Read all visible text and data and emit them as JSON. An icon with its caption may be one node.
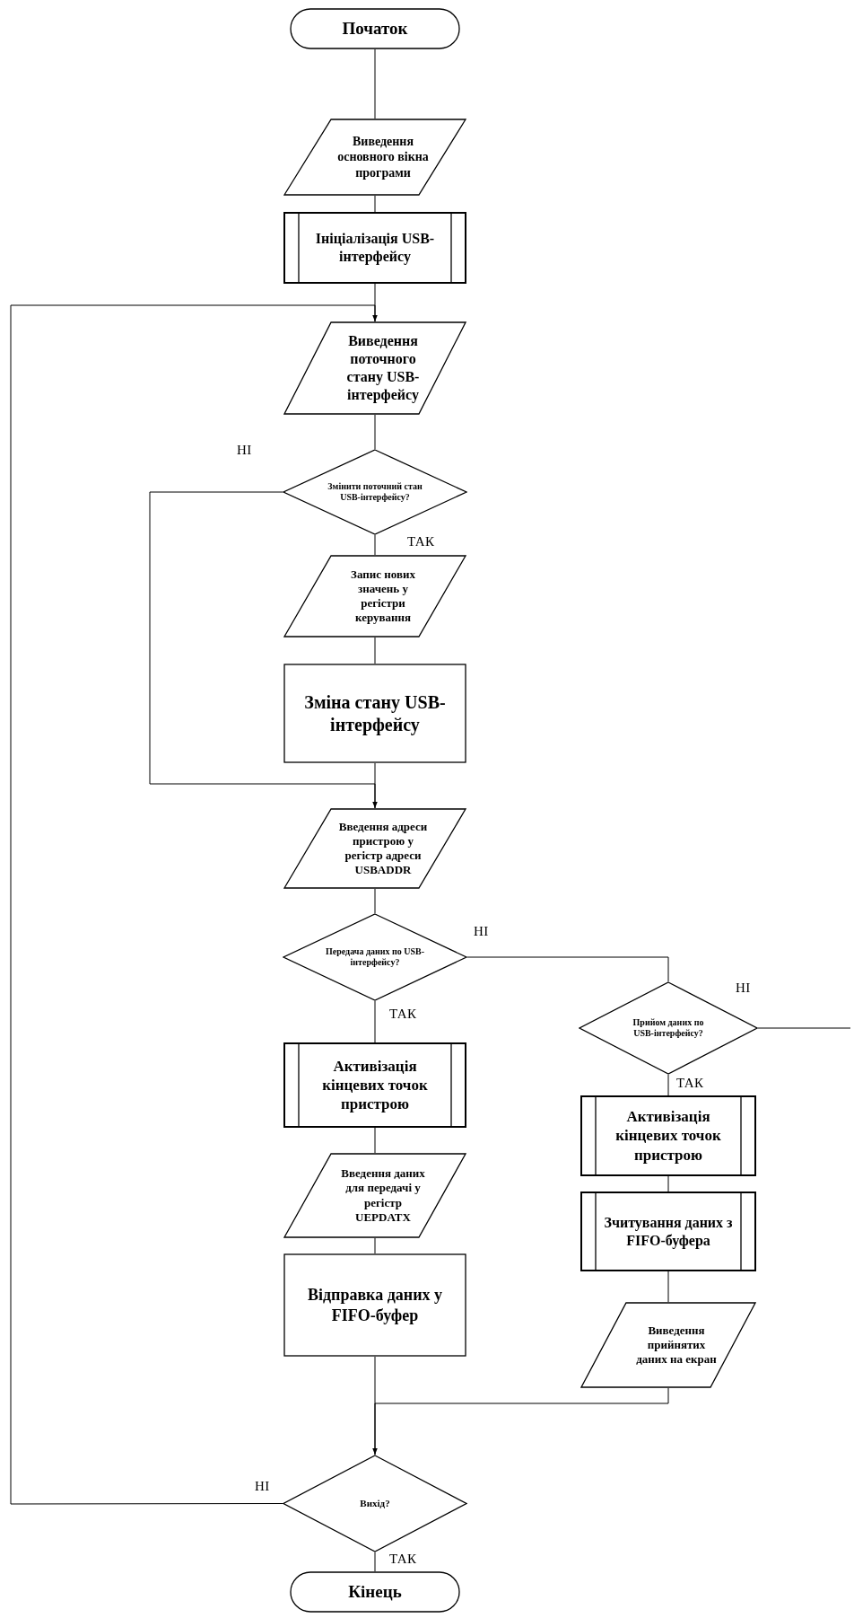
{
  "diagram": {
    "nodes": [
      {
        "text": [
          "Початок"
        ]
      },
      {
        "text": [
          "Виведення основного вікна програми"
        ]
      },
      {
        "text": [
          "Ініціалізація USB-інтерфейсу"
        ]
      },
      {
        "text": [
          "Виведення поточного стану USB-інтерфейсу"
        ]
      },
      {
        "text": [
          "Змінити поточний стан USB-інтерфейсу?"
        ]
      },
      {
        "text": [
          "Запис нових значень у регістри керування"
        ]
      },
      {
        "text": [
          "Зміна стану USB-інтерфейсу"
        ]
      },
      {
        "text": [
          "Введення адреси пристрою у регістр адреси USBADDR"
        ]
      },
      {
        "text": [
          "Передача даних по USB-інтерфейсу?"
        ]
      },
      {
        "text": [
          "Активізація кінцевих точок пристрою"
        ]
      },
      {
        "text": [
          "Прийом даних по USB-інтерфейсу?"
        ]
      },
      {
        "text": [
          "Активізація кінцевих точок пристрою"
        ]
      },
      {
        "text": [
          "Введення даних для передачі у регістр UEPDATX"
        ]
      },
      {
        "text": [
          "Зчитування даних з FIFO-буфера"
        ]
      },
      {
        "text": [
          "Відправка даних у FIFO-буфер"
        ]
      },
      {
        "text": [
          "Виведення прийнятих даних на екран"
        ]
      },
      {
        "text": [
          "Вихід?"
        ]
      },
      {
        "text": [
          "Кінець"
        ]
      }
    ],
    "edges": [
      {
        "from": 0,
        "to": 1,
        "arrow": "none"
      },
      {
        "from": 1,
        "to": 2,
        "arrow": "none"
      },
      {
        "from": 2,
        "to": 3,
        "arrow": "none"
      },
      {
        "from": 3,
        "to": 4,
        "arrow": "none"
      },
      {
        "from": 4,
        "to": 5,
        "arrow": "none",
        "label": "ТАК"
      },
      {
        "from": 4,
        "to": 7,
        "arrow": "to",
        "label": "НІ"
      },
      {
        "from": 5,
        "to": 6,
        "arrow": "none"
      },
      {
        "from": 6,
        "to": 7,
        "arrow": "none"
      },
      {
        "from": 7,
        "to": 8,
        "arrow": "none"
      },
      {
        "from": 8,
        "to": 9,
        "arrow": "none",
        "label": "ТАК"
      },
      {
        "from": 8,
        "to": 10,
        "arrow": "none",
        "label": "НІ"
      },
      {
        "from": 10,
        "to": null,
        "arrow": "none",
        "label": "НІ"
      },
      {
        "from": 10,
        "to": 11,
        "arrow": "none",
        "label": "ТАК"
      },
      {
        "from": 9,
        "to": 12,
        "arrow": "none"
      },
      {
        "from": 12,
        "to": 14,
        "arrow": "none"
      },
      {
        "from": 14,
        "to": 16,
        "arrow": "none"
      },
      {
        "from": 11,
        "to": 13,
        "arrow": "none"
      },
      {
        "from": 13,
        "to": 15,
        "arrow": "none"
      },
      {
        "from": 15,
        "to": 16,
        "arrow": "to"
      },
      {
        "from": 16,
        "to": 17,
        "arrow": "none",
        "label": "ТАК"
      },
      {
        "from": 16,
        "to": 3,
        "arrow": "to",
        "label": "НІ"
      }
    ]
  }
}
